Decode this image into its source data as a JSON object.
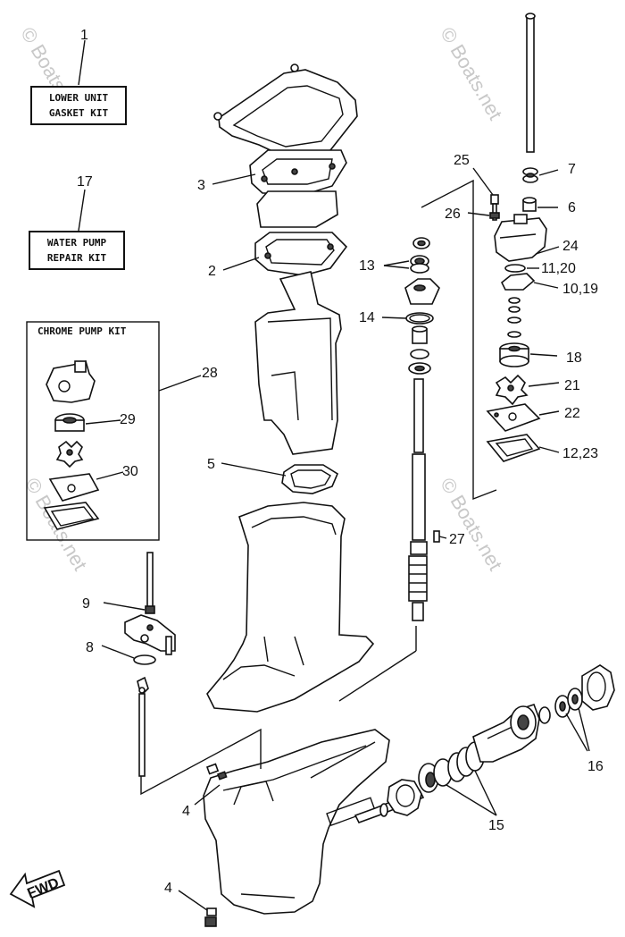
{
  "kits": {
    "lower_unit_gasket": {
      "number": "1",
      "line1": "LOWER UNIT",
      "line2": "GASKET KIT"
    },
    "water_pump_repair": {
      "number": "17",
      "line1": "WATER PUMP",
      "line2": "REPAIR KIT"
    },
    "chrome_pump": {
      "number": "28",
      "title": "CHROME PUMP KIT"
    }
  },
  "callouts": {
    "c2": "2",
    "c3": "3",
    "c4a": "4",
    "c4b": "4",
    "c5": "5",
    "c6": "6",
    "c7": "7",
    "c8": "8",
    "c9": "9",
    "c10_19": "10,19",
    "c11_20": "11,20",
    "c12_23": "12,23",
    "c13": "13",
    "c14": "14",
    "c15": "15",
    "c16": "16",
    "c18": "18",
    "c21": "21",
    "c22": "22",
    "c24": "24",
    "c25": "25",
    "c26": "26",
    "c27": "27",
    "c29": "29",
    "c30": "30"
  },
  "fwd_label": "FWD",
  "watermark": "© Boats.net",
  "colors": {
    "ink": "#111111",
    "watermark": "#c8c8c8"
  }
}
